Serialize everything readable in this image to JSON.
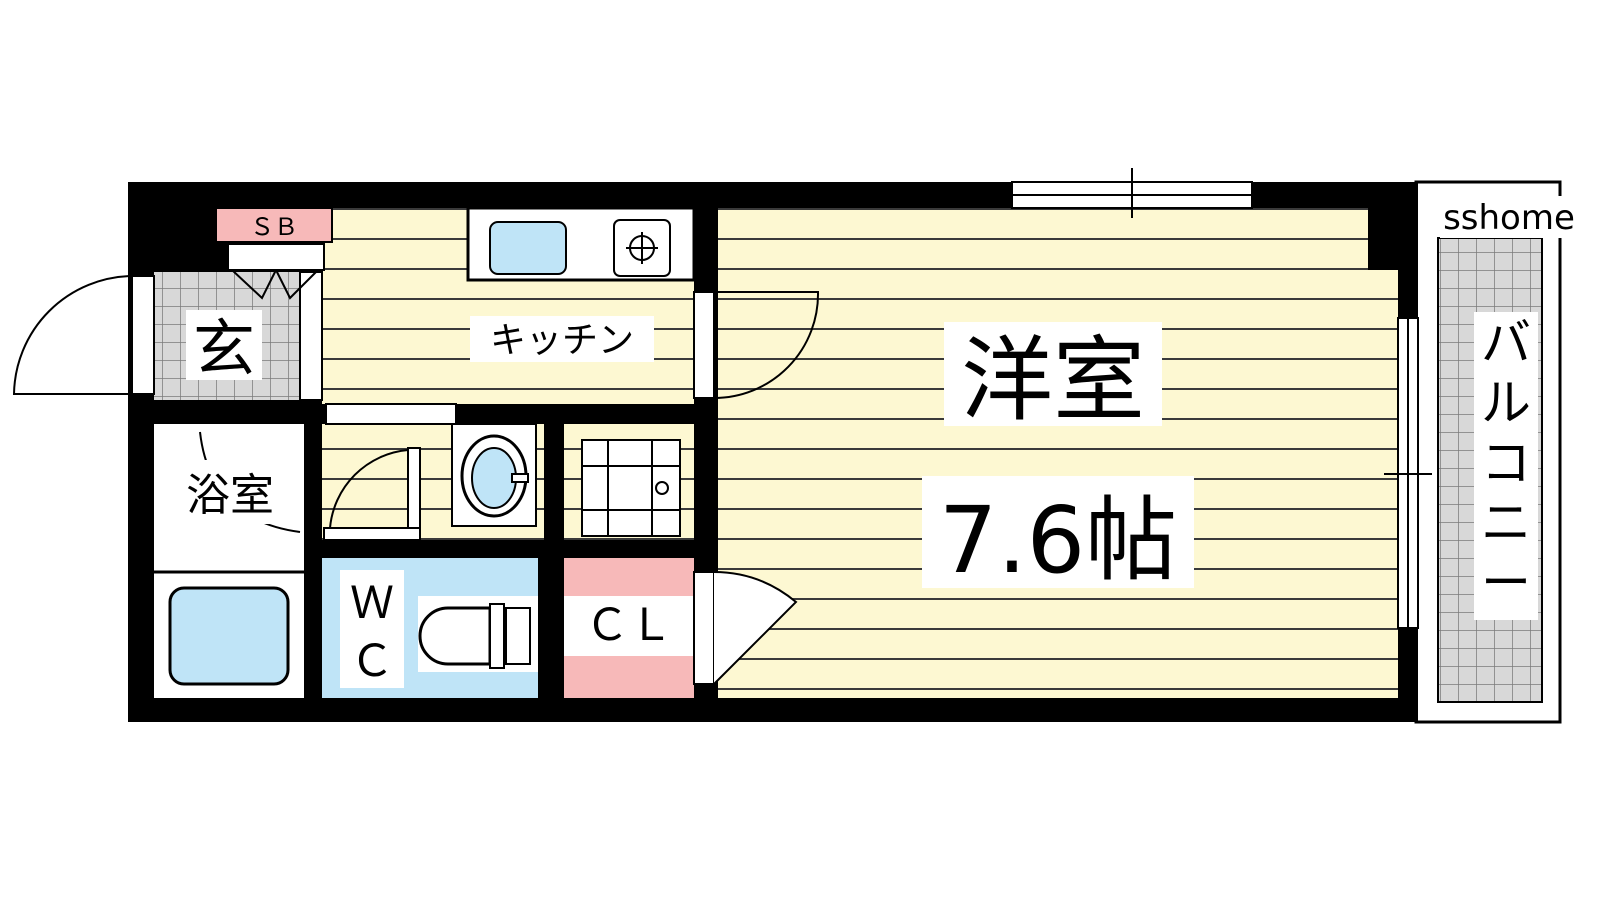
{
  "labels": {
    "sb": "ＳＢ",
    "genkan": "玄",
    "kitchen": "キッチン",
    "bath": "浴室",
    "wc_w": "Ｗ",
    "wc_c": "Ｃ",
    "cl": "ＣＬ",
    "room_name": "洋室",
    "room_size": "7.6帖",
    "brand": "sshome",
    "balcony": [
      "バ",
      "ル",
      "コ",
      "ニ",
      "ー"
    ]
  },
  "colors": {
    "floor": "#fdf8d2",
    "stripe": "#3a3a3a",
    "wall": "#000000",
    "tile_bg": "#d8d8d8",
    "tile_line": "#7a7a7a",
    "water": "#bfe4f7",
    "wc_bg": "#bfe4f7",
    "closet": "#f7b9b9",
    "sb": "#f7b9b9",
    "white": "#ffffff"
  }
}
